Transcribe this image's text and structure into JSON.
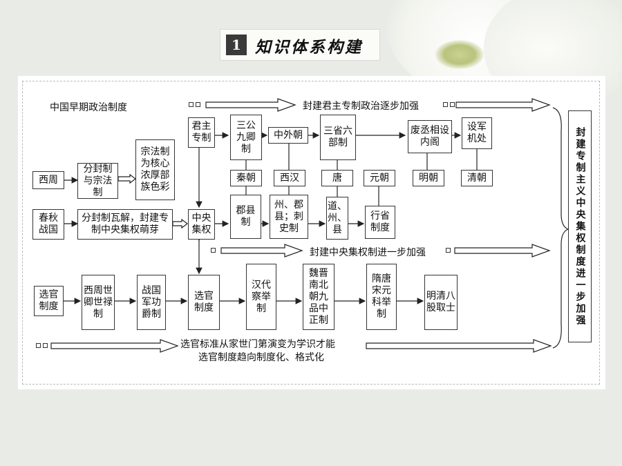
{
  "header": {
    "number": "1",
    "title": "知识体系构建"
  },
  "early": {
    "title": "中国早期政治制度"
  },
  "arrows": {
    "top": "封建君主专制政治逐步加强",
    "middle": "封建中央集权制进一步加强",
    "bottom_line1": "选官标准从家世门第演变为学识才能",
    "bottom_line2": "选官制度趋向制度化、格式化"
  },
  "periods": {
    "xizhou": "西周",
    "chunqiu": "春秋战国"
  },
  "feudal": {
    "fenfeng": "分封制与宗法制",
    "zongfa": "宗法制为核心浓厚部族色彩",
    "wajie": "分封制瓦解，封建专制中央集权萌芽"
  },
  "autocracy": {
    "junzhu": "君主专制",
    "sangong": "三公九卿制",
    "zhongwai": "中外朝",
    "sansheng": "三省六部制",
    "feicheng": "废丞相设内阁",
    "junjichu": "设军机处"
  },
  "dynasties": {
    "qin": "秦朝",
    "xihan": "西汉",
    "tang": "唐",
    "yuan": "元朝",
    "ming": "明朝",
    "qing": "清朝"
  },
  "central": {
    "zhongyang": "中央集权",
    "junxian": "郡县制",
    "zhoujun": "州、郡县；刺史制",
    "daozhou": "道、州、县",
    "xingsheng": "行省制度"
  },
  "selection": {
    "xuanguan": "选官制度",
    "shiqing": "西周世卿世禄制",
    "junggong": "战国军功爵制",
    "xuanguan2": "选官制度",
    "chaju": "汉代察举制",
    "jiupin": "魏晋南北朝九品中正制",
    "keju": "隋唐宋元科举制",
    "baguwen": "明清八股取士"
  },
  "conclusion": "封建专制主义中央集权制度进一步加强"
}
